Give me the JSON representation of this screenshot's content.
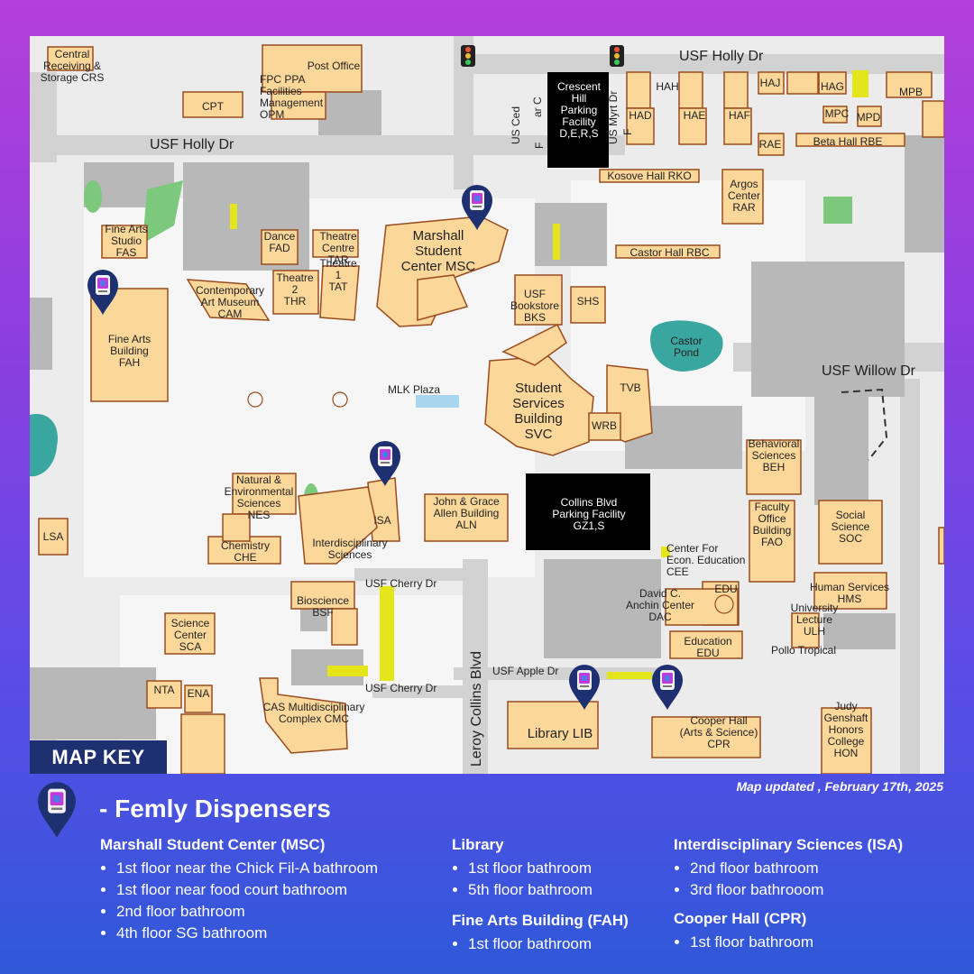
{
  "map": {
    "streets": {
      "holly_north": "USF Holly Dr",
      "holly_west": "USF Holly Dr",
      "willow": "USF Willow Dr",
      "cherry_1": "USF Cherry Dr",
      "cherry_2": "USF Cherry Dr",
      "apple": "USF Apple Dr",
      "leroy": "Leroy Collins Blvd",
      "us_ced": "US Ced",
      "ar_c": "ar C",
      "f": "F",
      "us_myrt": "US Myrt Dr",
      "f2": "F"
    },
    "buildings": {
      "central_receiving": "Central\nReceiving &\nStorage CRS",
      "cpt": "CPT",
      "post_office": "Post Office",
      "fpc": "FPC PPA\nFacilities\nManagement\nOPM",
      "crescent": "Crescent\nHill\nParking\nFacility\nD,E,R,S",
      "hah": "HAH",
      "had": "HAD",
      "hae": "HAE",
      "haf": "HAF",
      "haj": "HAJ",
      "hag": "HAG",
      "mpb": "MPB",
      "mpc": "MPC",
      "mpd": "MPD",
      "rae": "RAE",
      "beta": "Beta Hall RBE",
      "kosove": "Kosove Hall RKO",
      "argos": "Argos\nCenter\nRAR",
      "castor_hall": "Castor Hall RBC",
      "fine_arts_studio": "Fine Arts\nStudio\nFAS",
      "dance": "Dance\nFAD",
      "theatre_centre": "Theatre\nCentre\nTAR",
      "theatre_1": "Theatre\n1\nTAT",
      "theatre_2": "Theatre\n2\nTHR",
      "cam": "Contemporary\nArt Museum\nCAM",
      "msc": "Marshall\nStudent\nCenter MSC",
      "bookstore": "USF\nBookstore\nBKS",
      "shs": "SHS",
      "fah": "Fine Arts\nBuilding\nFAH",
      "castor_pond": "Castor\nPond",
      "mlk": "MLK Plaza",
      "svc": "Student\nServices\nBuilding\nSVC",
      "tvb": "TVB",
      "wrb": "WRB",
      "beh": "Behavioral\nSciences\nBEH",
      "nes": "Natural &\nEnvironmental\nSciences\nNES",
      "isa": "ISA",
      "interdisciplinary": "Interdisciplinary\nSciences",
      "aln": "John & Grace\nAllen Building\nALN",
      "collins_parking": "Collins Blvd\nParking Facility\nGZ1,S",
      "fao": "Faculty\nOffice\nBuilding\nFAO",
      "soc": "Social\nScience\nSOC",
      "lsa": "LSA",
      "che": "Chemistry\nCHE",
      "cee": "Center For\nEcon. Education\nCEE",
      "edu_top": "EDU",
      "hms": "Human Services\nHMS",
      "bsf": "Bioscience\nBSF",
      "dac": "David C.\nAnchin Center\nDAC",
      "ulh": "University\nLecture\nULH",
      "pollo": "Pollo Tropical",
      "sca": "Science\nCenter\nSCA",
      "edu": "Education\nEDU",
      "nta": "NTA",
      "ena": "ENA",
      "cmc": "CAS Multidisciplinary\nComplex CMC",
      "lib": "Library LIB",
      "cpr": "Cooper Hall\n(Arts & Science)\nCPR",
      "hon": "Judy\nGenshaft\nHonors\nCollege\nHON"
    }
  },
  "key": {
    "badge": "MAP KEY",
    "updated": "Map updated , February 17th, 2025",
    "title": "- Femly Dispensers",
    "msc": {
      "heading": "Marshall Student Center (MSC)",
      "items": [
        "1st floor near the Chick Fil-A bathroom",
        "1st floor near food court bathroom",
        "2nd floor bathroom",
        "4th floor SG bathroom"
      ]
    },
    "library": {
      "heading": "Library",
      "items": [
        "1st floor bathroom",
        "5th floor bathroom"
      ]
    },
    "fah": {
      "heading": "Fine Arts Building (FAH)",
      "items": [
        "1st floor bathroom"
      ]
    },
    "isa": {
      "heading": "Interdisciplinary Sciences (ISA)",
      "items": [
        "2nd floor bathroom",
        "3rd floor bathrooom"
      ]
    },
    "cpr": {
      "heading": "Cooper Hall (CPR)",
      "items": [
        "1st floor bathroom"
      ]
    }
  },
  "colors": {
    "building_fill": "#fbd79a",
    "building_stroke": "#9a4b1e",
    "parking": "#000000",
    "pin": "#1f3070",
    "highlight": "#e5e51c",
    "grass": "#7cc97e",
    "pond": "#3aa6a0"
  },
  "icons": {
    "pin": "map-pin-icon",
    "traffic_light": "traffic-light-icon"
  }
}
